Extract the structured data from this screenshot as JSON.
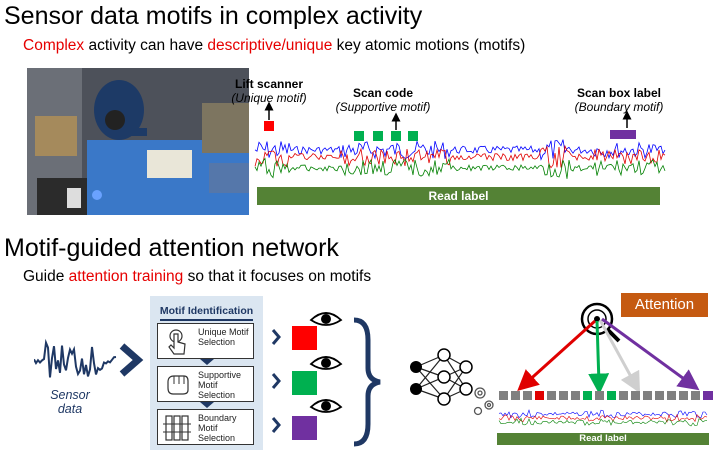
{
  "section1": {
    "title": "Sensor data motifs in complex activity",
    "subtitle_parts": [
      "Complex",
      " activity can have ",
      "descriptive/unique",
      " key atomic motions (motifs)"
    ]
  },
  "motif_labels": [
    {
      "name": "Lift scanner",
      "type": "(Unique motif)",
      "color": "#ff0000"
    },
    {
      "name": "Scan code",
      "type": "(Supportive motif)",
      "color": "#00b050"
    },
    {
      "name": "Scan box label",
      "type": "(Boundary motif)",
      "color": "#7030a0"
    }
  ],
  "read_label": "Read label",
  "section2": {
    "title": "Motif-guided attention network",
    "subtitle_parts": [
      "Guide ",
      "attention training",
      " so that it focuses on motifs"
    ]
  },
  "sensor_label": "Sensor data",
  "motif_panel": {
    "title": "Motif Identification",
    "items": [
      {
        "label": "Unique Motif Selection",
        "icon": "hand-pointer-icon"
      },
      {
        "label": "Supportive Motif Selection",
        "icon": "fist-icon"
      },
      {
        "label": "Boundary Motif Selection",
        "icon": "filmstrip-icon"
      }
    ]
  },
  "attention_label": "Attention",
  "read_label_small": "Read label",
  "colors": {
    "red": "#ff0000",
    "green": "#00b050",
    "purple": "#7030a0",
    "grey": "#d0d0d0",
    "orange": "#c55a11",
    "bar_green": "#548235",
    "navy": "#1f3864"
  }
}
